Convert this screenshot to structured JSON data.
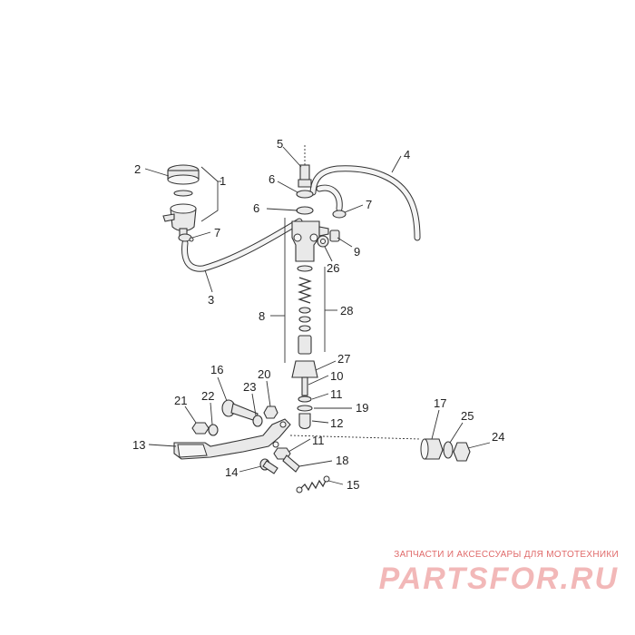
{
  "callouts": [
    "1",
    "2",
    "3",
    "4",
    "5",
    "6",
    "6",
    "7",
    "7",
    "8",
    "9",
    "10",
    "11",
    "11",
    "12",
    "13",
    "14",
    "15",
    "16",
    "17",
    "18",
    "19",
    "20",
    "21",
    "22",
    "23",
    "24",
    "25",
    "26",
    "27",
    "28"
  ],
  "watermark": {
    "tagline": "ЗАПЧАСТИ И АКСЕССУАРЫ ДЛЯ МОТОТЕХНИКИ",
    "logo": "PARTSFOR.RU"
  }
}
